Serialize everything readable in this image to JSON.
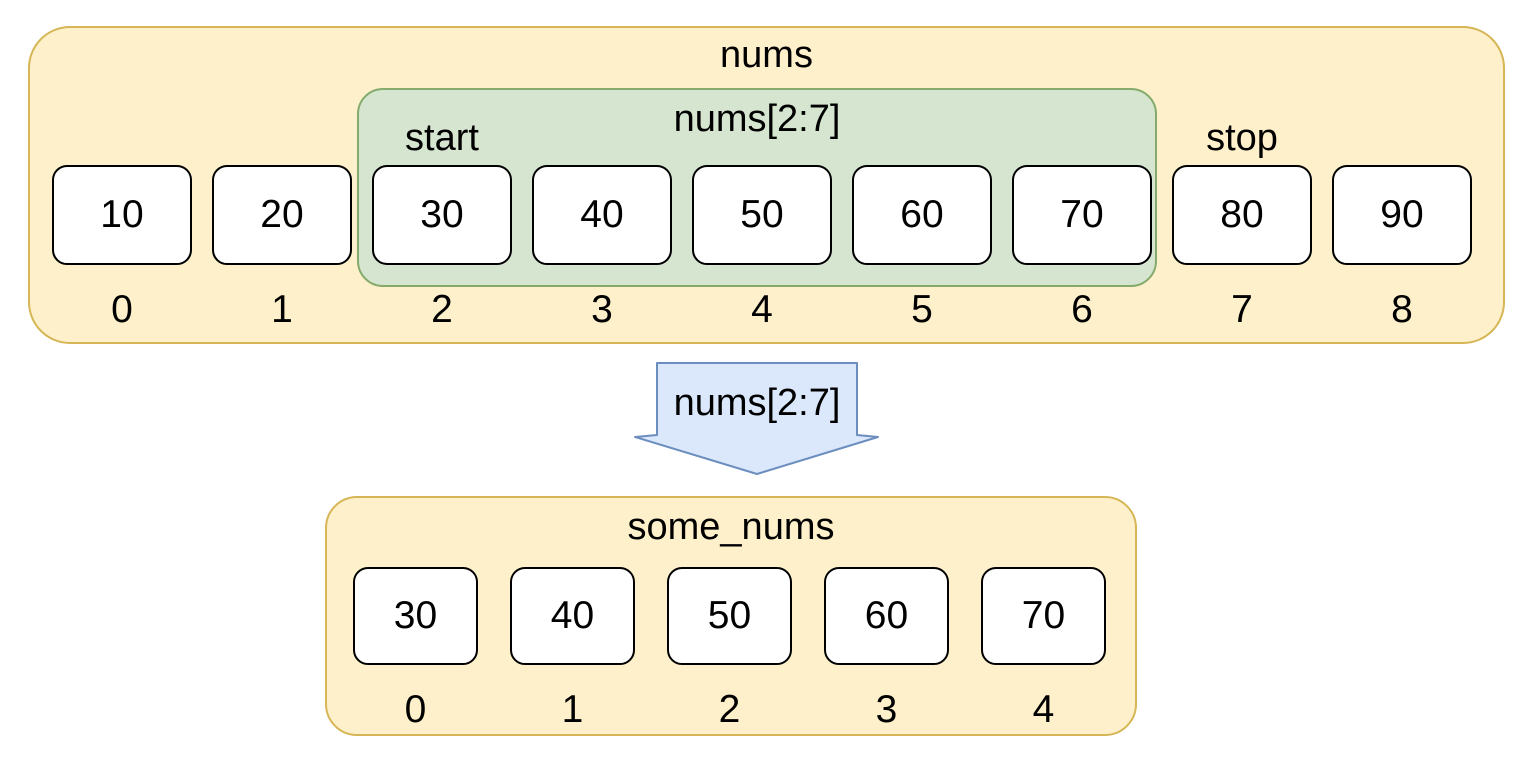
{
  "colors": {
    "container_fill": "#fdf0ca",
    "container_stroke": "#d6b656",
    "slice_fill": "#d6e5cf",
    "slice_stroke": "#84ab6c",
    "arrow_fill": "#dbe8fb",
    "arrow_stroke": "#6c8ebf",
    "cell_fill": "#ffffff",
    "cell_stroke": "#000000"
  },
  "top_array": {
    "title": "nums",
    "cells": [
      {
        "value": "10",
        "index": "0"
      },
      {
        "value": "20",
        "index": "1"
      },
      {
        "value": "30",
        "index": "2"
      },
      {
        "value": "40",
        "index": "3"
      },
      {
        "value": "50",
        "index": "4"
      },
      {
        "value": "60",
        "index": "5"
      },
      {
        "value": "70",
        "index": "6"
      },
      {
        "value": "80",
        "index": "7"
      },
      {
        "value": "90",
        "index": "8"
      }
    ],
    "slice": {
      "label": "nums[2:7]",
      "start_label": "start",
      "stop_label": "stop"
    }
  },
  "arrow": {
    "label": "nums[2:7]"
  },
  "bottom_array": {
    "title": "some_nums",
    "cells": [
      {
        "value": "30",
        "index": "0"
      },
      {
        "value": "40",
        "index": "1"
      },
      {
        "value": "50",
        "index": "2"
      },
      {
        "value": "60",
        "index": "3"
      },
      {
        "value": "70",
        "index": "4"
      }
    ]
  }
}
